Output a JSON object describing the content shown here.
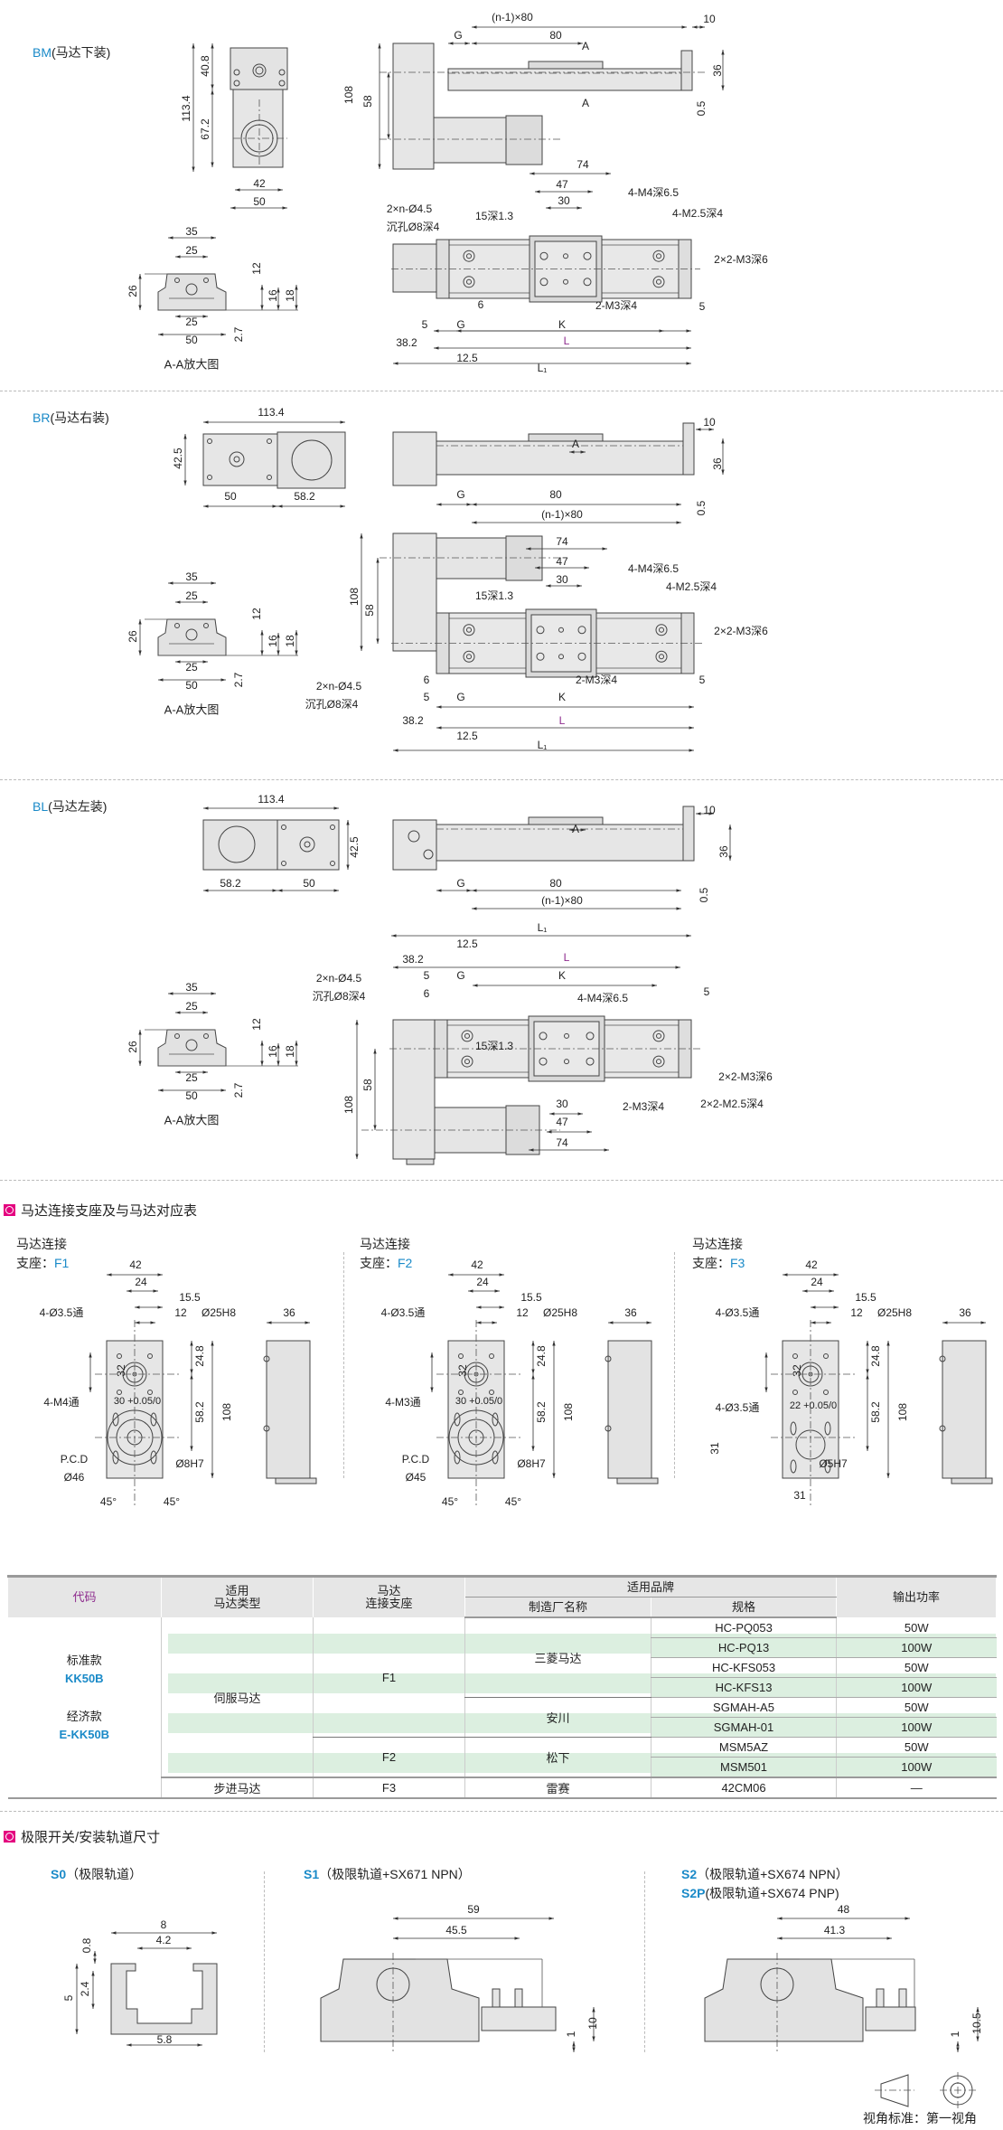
{
  "colors": {
    "accent_blue": "#1a8ac8",
    "section_icon": "#e4007f",
    "stripe_green": "#dcefe0",
    "purple": "#8e2c8e"
  },
  "bm": {
    "code": "BM",
    "desc": "(马达下装)",
    "front": [
      "40.8",
      "113.4",
      "67.2",
      "42",
      "50"
    ],
    "aa": [
      "35",
      "25",
      "25",
      "50",
      "26",
      "12",
      "16",
      "18",
      "2.7",
      "A-A放大图"
    ],
    "side": [
      "(n-1)×80",
      "10",
      "G",
      "80",
      "A",
      "A",
      "36",
      "0.5",
      "108",
      "58"
    ],
    "bottom": [
      "74",
      "47",
      "30",
      "4-M4深6.5",
      "4-M2.5深4",
      "15深1.3",
      "2×n-Ø4.5",
      "沉孔Ø8深4",
      "2×2-M3深6",
      "2-M3深4",
      "6",
      "5",
      "5",
      "G",
      "K",
      "L",
      "38.2",
      "12.5",
      "L₁"
    ]
  },
  "br": {
    "code": "BR",
    "desc": "(马达右装)",
    "top": [
      "113.4",
      "42.5",
      "50",
      "58.2"
    ],
    "aa": [
      "35",
      "25",
      "25",
      "50",
      "26",
      "12",
      "16",
      "18",
      "2.7",
      "A-A放大图"
    ],
    "side": [
      "A",
      "10",
      "36",
      "G",
      "80",
      "(n-1)×80",
      "0.5"
    ],
    "bottom": [
      "108",
      "58",
      "74",
      "47",
      "30",
      "4-M4深6.5",
      "15深1.3",
      "4-M2.5深4",
      "2×2-M3深6",
      "2-M3深4",
      "6",
      "5",
      "G",
      "K",
      "L",
      "5",
      "2×n-Ø4.5",
      "沉孔Ø8深4",
      "38.2",
      "12.5",
      "L₁"
    ]
  },
  "bl": {
    "code": "BL",
    "desc": "(马达左装)",
    "top": [
      "113.4",
      "42.5",
      "58.2",
      "50"
    ],
    "aa": [
      "35",
      "25",
      "25",
      "50",
      "26",
      "12",
      "16",
      "18",
      "2.7",
      "A-A放大图"
    ],
    "side": [
      "A",
      "10",
      "36",
      "G",
      "80",
      "(n-1)×80",
      "0.5"
    ],
    "bottom": [
      "L₁",
      "12.5",
      "38.2",
      "L",
      "5",
      "G",
      "K",
      "6",
      "5",
      "4-M4深6.5",
      "2×n-Ø4.5",
      "沉孔Ø8深4",
      "15深1.3",
      "2×2-M3深6",
      "2×2-M2.5深4",
      "2-M3深4",
      "30",
      "47",
      "74",
      "108",
      "58"
    ]
  },
  "mount_section": {
    "title": "马达连接支座及与马达对应表",
    "f1": {
      "line1": "马达连接",
      "line2": "支座：",
      "code": "F1",
      "dims": [
        "42",
        "24",
        "15.5",
        "12",
        "4-Ø3.5通",
        "Ø25H8",
        "36",
        "32",
        "24.8",
        "4-M4通",
        "30 +0.05/0",
        "58.2",
        "108",
        "P.C.D",
        "Ø46",
        "Ø8H7",
        "45°",
        "45°"
      ]
    },
    "f2": {
      "line1": "马达连接",
      "line2": "支座：",
      "code": "F2",
      "dims": [
        "42",
        "24",
        "15.5",
        "12",
        "4-Ø3.5通",
        "Ø25H8",
        "36",
        "32",
        "24.8",
        "4-M3通",
        "30 +0.05/0",
        "58.2",
        "108",
        "P.C.D",
        "Ø45",
        "Ø8H7",
        "45°",
        "45°"
      ]
    },
    "f3": {
      "line1": "马达连接",
      "line2": "支座：",
      "code": "F3",
      "dims": [
        "42",
        "24",
        "15.5",
        "12",
        "4-Ø3.5通",
        "Ø25H8",
        "36",
        "32",
        "24.8",
        "4-Ø3.5通",
        "22 +0.05/0",
        "58.2",
        "108",
        "31",
        "Ø5H7",
        "31"
      ]
    }
  },
  "table": {
    "headers": {
      "code": "代码",
      "motor_type": "适用\n马达类型",
      "mount": "马达\n连接支座",
      "brand": "适用品牌",
      "maker": "制造厂名称",
      "model": "规格",
      "power": "输出功率"
    },
    "code_std_label": "标准款",
    "code_std": "KK50B",
    "code_eco_label": "经济款",
    "code_eco": "E-KK50B",
    "servo": "伺服马达",
    "stepper": "步进马达",
    "mounts": [
      "F1",
      "F2",
      "F3"
    ],
    "makers": [
      "三菱马达",
      "安川",
      "松下",
      "雷赛"
    ],
    "rows": [
      {
        "model": "HC-PQ053",
        "power": "50W"
      },
      {
        "model": "HC-PQ13",
        "power": "100W"
      },
      {
        "model": "HC-KFS053",
        "power": "50W"
      },
      {
        "model": "HC-KFS13",
        "power": "100W"
      },
      {
        "model": "SGMAH-A5",
        "power": "50W"
      },
      {
        "model": "SGMAH-01",
        "power": "100W"
      },
      {
        "model": "MSM5AZ",
        "power": "50W"
      },
      {
        "model": "MSM501",
        "power": "100W"
      },
      {
        "model": "42CM06",
        "power": "—"
      }
    ]
  },
  "rail_section": {
    "title": "极限开关/安装轨道尺寸",
    "s0": {
      "code": "S0",
      "desc": "（极限轨道）",
      "dims": [
        "8",
        "4.2",
        "0.8",
        "5",
        "2.4",
        "5.8"
      ]
    },
    "s1": {
      "code": "S1",
      "desc": "（极限轨道+SX671 NPN）",
      "dims": [
        "59",
        "45.5",
        "10",
        "1"
      ]
    },
    "s2": {
      "code": "S2",
      "desc": "（极限轨道+SX674 NPN）",
      "dims": [
        "48",
        "41.3",
        "10.5",
        "1"
      ]
    },
    "s2p": {
      "code": "S2P",
      "desc": "(极限轨道+SX674 PNP)"
    },
    "view_standard": "视角标准：第一视角"
  }
}
